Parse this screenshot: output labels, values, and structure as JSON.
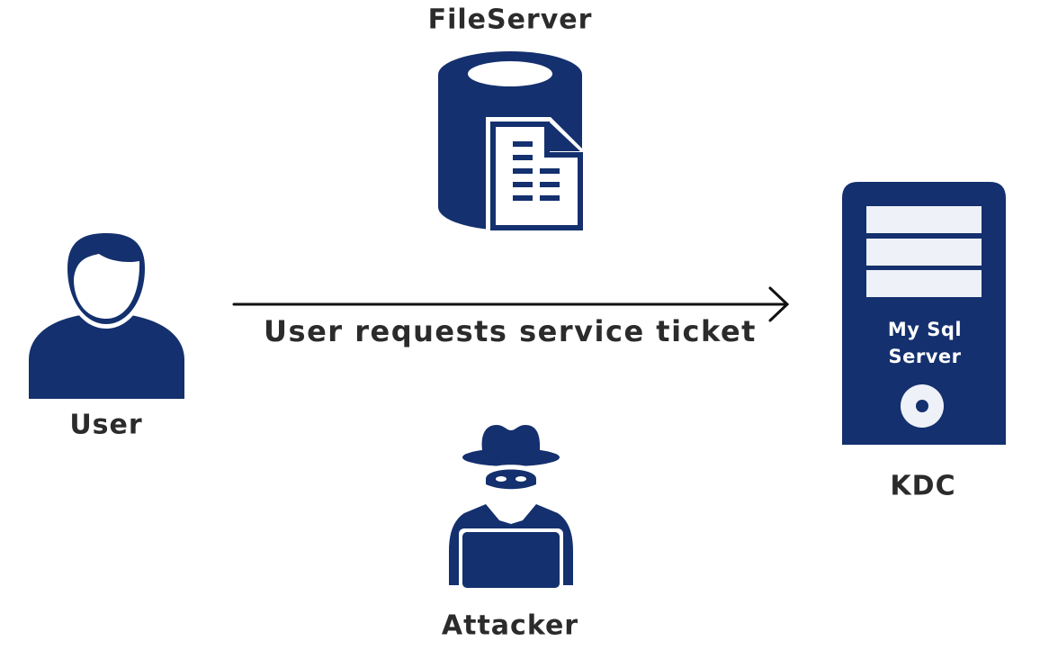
{
  "diagram": {
    "colors": {
      "primary": "#14306e",
      "light": "#eef1f8",
      "text": "#2b2b2b"
    },
    "nodes": {
      "fileserver": {
        "label": "FileServer",
        "icon": "database-document-icon"
      },
      "user": {
        "label": "User",
        "icon": "user-icon"
      },
      "kdc": {
        "label": "KDC",
        "icon": "server-tower-icon",
        "inner_label_line1": "My Sql",
        "inner_label_line2": "Server"
      },
      "attacker": {
        "label": "Attacker",
        "icon": "hacker-laptop-icon"
      }
    },
    "edges": [
      {
        "from": "User",
        "to": "KDC",
        "label": "User requests service ticket"
      }
    ]
  }
}
